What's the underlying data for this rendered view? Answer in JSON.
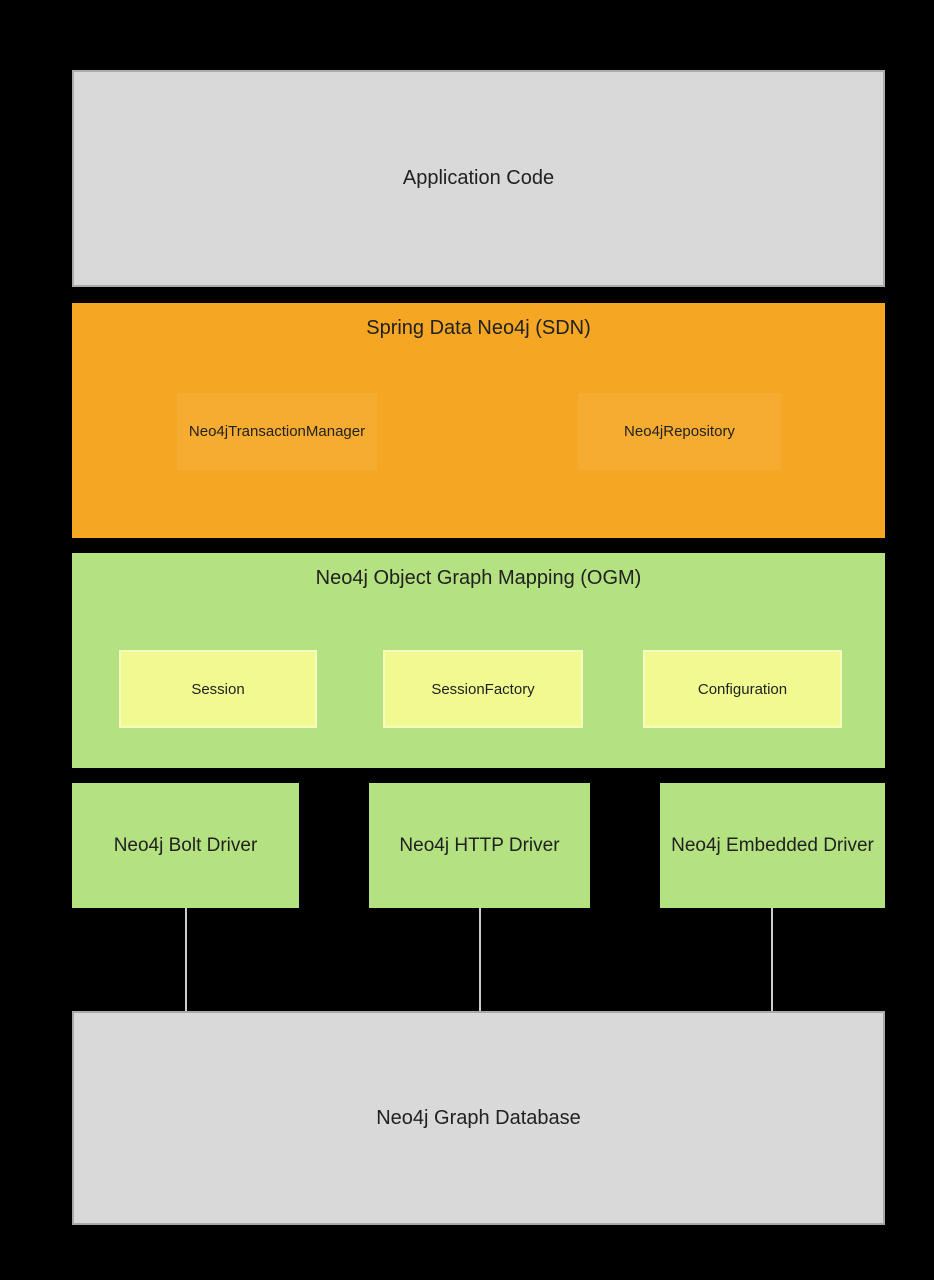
{
  "diagram": {
    "type": "architecture-layers",
    "subject": "Spring Data Neo4j / Neo4j OGM stack"
  },
  "colors": {
    "background": "#000000",
    "gray_box_fill": "#d9d9d9",
    "gray_box_border": "#ababab",
    "orange_fill": "#f5a623",
    "orange_inner_fill": "#f6ac30",
    "green_fill": "#b5e281",
    "yellow_fill": "#f1fa90",
    "yellow_border": "#f9fcc1",
    "connector_line": "#cccccc",
    "text": "#212121"
  },
  "layers": {
    "application": {
      "label": "Application Code"
    },
    "sdn": {
      "title": "Spring Data Neo4j (SDN)",
      "components": [
        {
          "label": "Neo4jTransactionManager"
        },
        {
          "label": "Neo4jRepository"
        }
      ]
    },
    "ogm": {
      "title": "Neo4j Object Graph Mapping (OGM)",
      "components": [
        {
          "label": "Session"
        },
        {
          "label": "SessionFactory"
        },
        {
          "label": "Configuration"
        }
      ]
    },
    "drivers": [
      {
        "label": "Neo4j Bolt Driver"
      },
      {
        "label": "Neo4j HTTP Driver"
      },
      {
        "label": "Neo4j Embedded Driver"
      }
    ],
    "database": {
      "label": "Neo4j Graph Database"
    }
  }
}
